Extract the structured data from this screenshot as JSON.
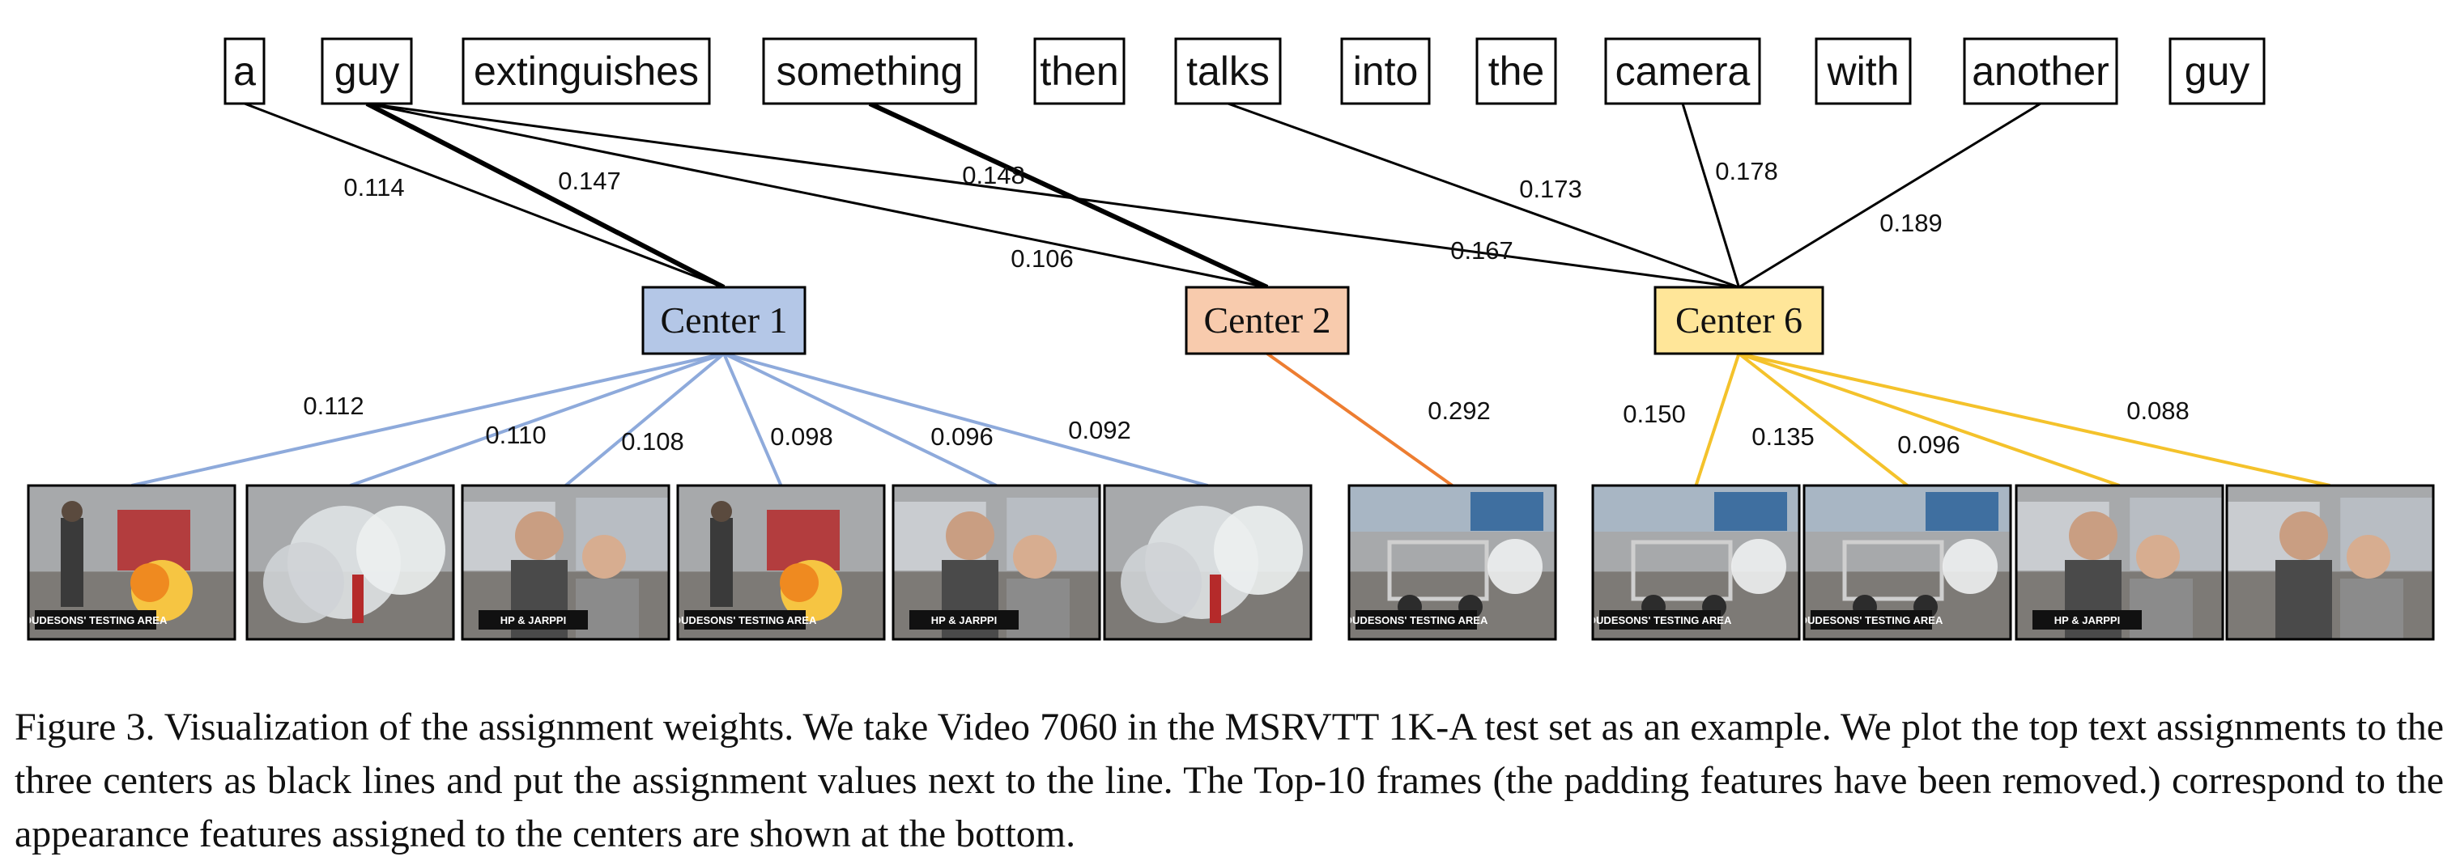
{
  "words": [
    "a",
    "guy",
    "extinguishes",
    "something",
    "then",
    "talks",
    "into",
    "the",
    "camera",
    "with",
    "another",
    "guy"
  ],
  "centers": [
    {
      "label": "Center 1",
      "fill": "#b4c7e7",
      "line_color": "#8eaadb"
    },
    {
      "label": "Center 2",
      "fill": "#f8cbad",
      "line_color": "#ed7d31"
    },
    {
      "label": "Center 6",
      "fill": "#ffe699",
      "line_color": "#f4c22b"
    }
  ],
  "text_assignments": [
    {
      "word_index": 0,
      "center_index": 0,
      "weight": "0.114"
    },
    {
      "word_index": 1,
      "center_index": 0,
      "weight": "0.147"
    },
    {
      "word_index": 1,
      "center_index": 1,
      "weight": "0.106"
    },
    {
      "word_index": 3,
      "center_index": 1,
      "weight": "0.148"
    },
    {
      "word_index": 1,
      "center_index": 2,
      "weight": "0.167"
    },
    {
      "word_index": 5,
      "center_index": 2,
      "weight": "0.173"
    },
    {
      "word_index": 8,
      "center_index": 2,
      "weight": "0.178"
    },
    {
      "word_index": 10,
      "center_index": 2,
      "weight": "0.189"
    }
  ],
  "frame_assignments": [
    {
      "frame_index": 0,
      "center_index": 0,
      "weight": "0.112"
    },
    {
      "frame_index": 1,
      "center_index": 0,
      "weight": "0.110"
    },
    {
      "frame_index": 2,
      "center_index": 0,
      "weight": "0.108"
    },
    {
      "frame_index": 3,
      "center_index": 0,
      "weight": "0.098"
    },
    {
      "frame_index": 4,
      "center_index": 0,
      "weight": "0.096"
    },
    {
      "frame_index": 5,
      "center_index": 0,
      "weight": "0.092"
    },
    {
      "frame_index": 6,
      "center_index": 1,
      "weight": "0.292"
    },
    {
      "frame_index": 7,
      "center_index": 2,
      "weight": "0.150"
    },
    {
      "frame_index": 8,
      "center_index": 2,
      "weight": "0.135"
    },
    {
      "frame_index": 9,
      "center_index": 2,
      "weight": "0.096"
    },
    {
      "frame_index": 10,
      "center_index": 2,
      "weight": "0.088"
    }
  ],
  "frames": [
    {
      "scene": "fire",
      "caption": "DUDESONS' TESTING AREA"
    },
    {
      "scene": "smoke",
      "caption": ""
    },
    {
      "scene": "people",
      "caption": "HP & JARPPI"
    },
    {
      "scene": "fire",
      "caption": "DUDESONS' TESTING AREA"
    },
    {
      "scene": "people",
      "caption": "HP & JARPPI"
    },
    {
      "scene": "smoke",
      "caption": ""
    },
    {
      "scene": "cart",
      "caption": "DUDESONS' TESTING AREA"
    },
    {
      "scene": "cart",
      "caption": "DUDESONS' TESTING AREA"
    },
    {
      "scene": "cart",
      "caption": "DUDESONS' TESTING AREA"
    },
    {
      "scene": "people",
      "caption": "HP & JARPPI"
    },
    {
      "scene": "people",
      "caption": ""
    }
  ],
  "caption": "Figure 3. Visualization of the assignment weights. We take Video 7060 in the MSRVTT 1K-A test set as an example. We plot the top text assignments to the three centers as black lines and put the assignment values next to the line. The Top-10 frames (the padding features have been removed.) correspond to the appearance features assigned to the centers are shown at the bottom."
}
